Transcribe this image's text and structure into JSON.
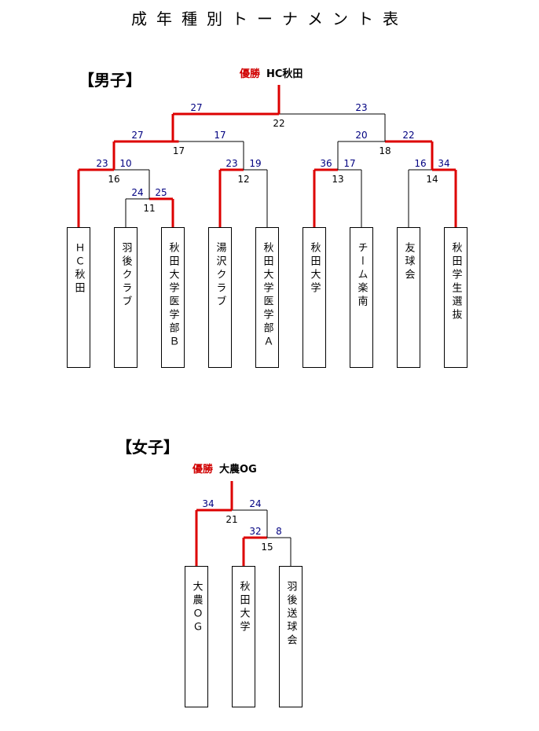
{
  "title": "成年種別トーナメント表",
  "colors": {
    "win": "#dd0000",
    "score": "#000080",
    "line": "#000000"
  },
  "men": {
    "heading": "【男子】",
    "winner_label": "優勝",
    "winner": "HC秋田",
    "teams": [
      "ＨＣ秋田",
      "羽後クラブ",
      "秋田大学医学部Ｂ",
      "湯沢クラブ",
      "秋田大学医学部Ａ",
      "秋田大学",
      "チーム楽南",
      "友球会",
      "秋田学生選抜"
    ],
    "matches": [
      {
        "no": "11",
        "left_score": "24",
        "right_score": "25"
      },
      {
        "no": "16",
        "left_score": "23",
        "right_score": "10"
      },
      {
        "no": "12",
        "left_score": "23",
        "right_score": "19"
      },
      {
        "no": "13",
        "left_score": "36",
        "right_score": "17"
      },
      {
        "no": "14",
        "left_score": "16",
        "right_score": "34"
      },
      {
        "no": "17",
        "left_score": "27",
        "right_score": "17"
      },
      {
        "no": "18",
        "left_score": "20",
        "right_score": "22"
      },
      {
        "no": "22",
        "left_score": "27",
        "right_score": "23"
      }
    ]
  },
  "women": {
    "heading": "【女子】",
    "winner_label": "優勝",
    "winner": "大農OG",
    "teams": [
      "大農ＯＧ",
      "秋田大学",
      "羽後送球会"
    ],
    "matches": [
      {
        "no": "15",
        "left_score": "32",
        "right_score": "8"
      },
      {
        "no": "21",
        "left_score": "34",
        "right_score": "24"
      }
    ]
  }
}
